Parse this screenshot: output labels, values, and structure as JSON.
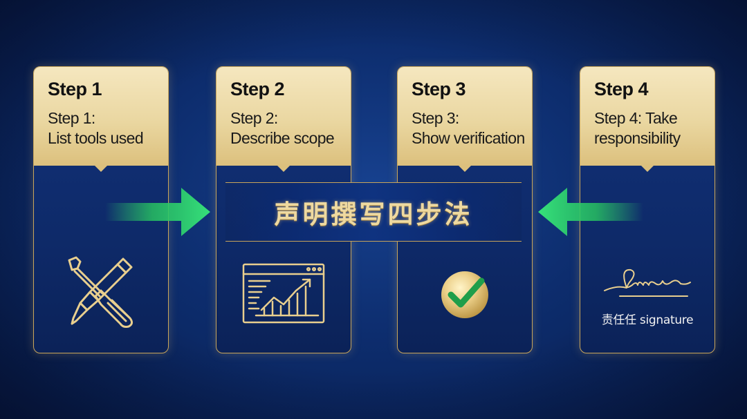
{
  "banner": {
    "title": "声明撰写四步法"
  },
  "steps": [
    {
      "title": "Step 1",
      "desc_line1": "Step 1:",
      "desc_line2": "List tools used",
      "icon": "tools-icon"
    },
    {
      "title": "Step 2",
      "desc_line1": "Step 2:",
      "desc_line2": "Describe scope",
      "icon": "chart-window-icon"
    },
    {
      "title": "Step 3",
      "desc_line1": "Step 3:",
      "desc_line2": "Show verification",
      "icon": "checkmark-icon"
    },
    {
      "title": "Step 4",
      "desc_line1": "Step 4: Take",
      "desc_line2": "responsibility",
      "icon": "signature-icon",
      "caption": "责任任 signature"
    }
  ],
  "colors": {
    "background": "#0d2d6e",
    "gold": "#caa65a",
    "card_head": "#ead7a1",
    "arrow_green": "#2fd36a",
    "check_green": "#1f9e4a"
  }
}
